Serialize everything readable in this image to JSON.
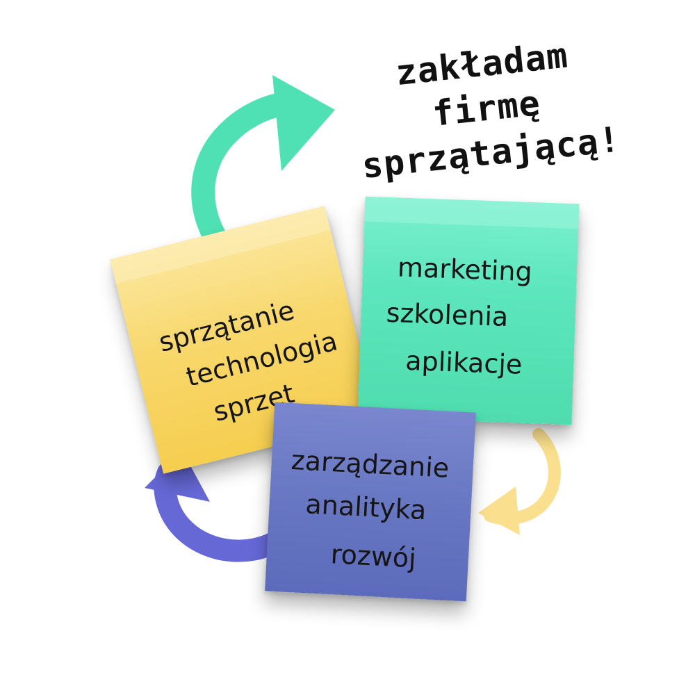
{
  "title": {
    "lines": [
      "zakładam",
      "firmę",
      "sprzątającą!"
    ]
  },
  "notes": {
    "yellow": {
      "color": "#f8d86d",
      "lines": [
        "sprzątanie",
        "technologia",
        "sprzęt"
      ]
    },
    "green": {
      "color": "#5de6bd",
      "lines": [
        "marketing",
        "szkolenia",
        "aplikacje"
      ]
    },
    "blue": {
      "color": "#6877c2",
      "lines": [
        "zarządzanie",
        "analityka",
        "rozwój"
      ]
    }
  },
  "arrows": {
    "green_color": "#4fe0b4",
    "yellow_color": "#f9df8e",
    "blue_color": "#6668d6"
  }
}
